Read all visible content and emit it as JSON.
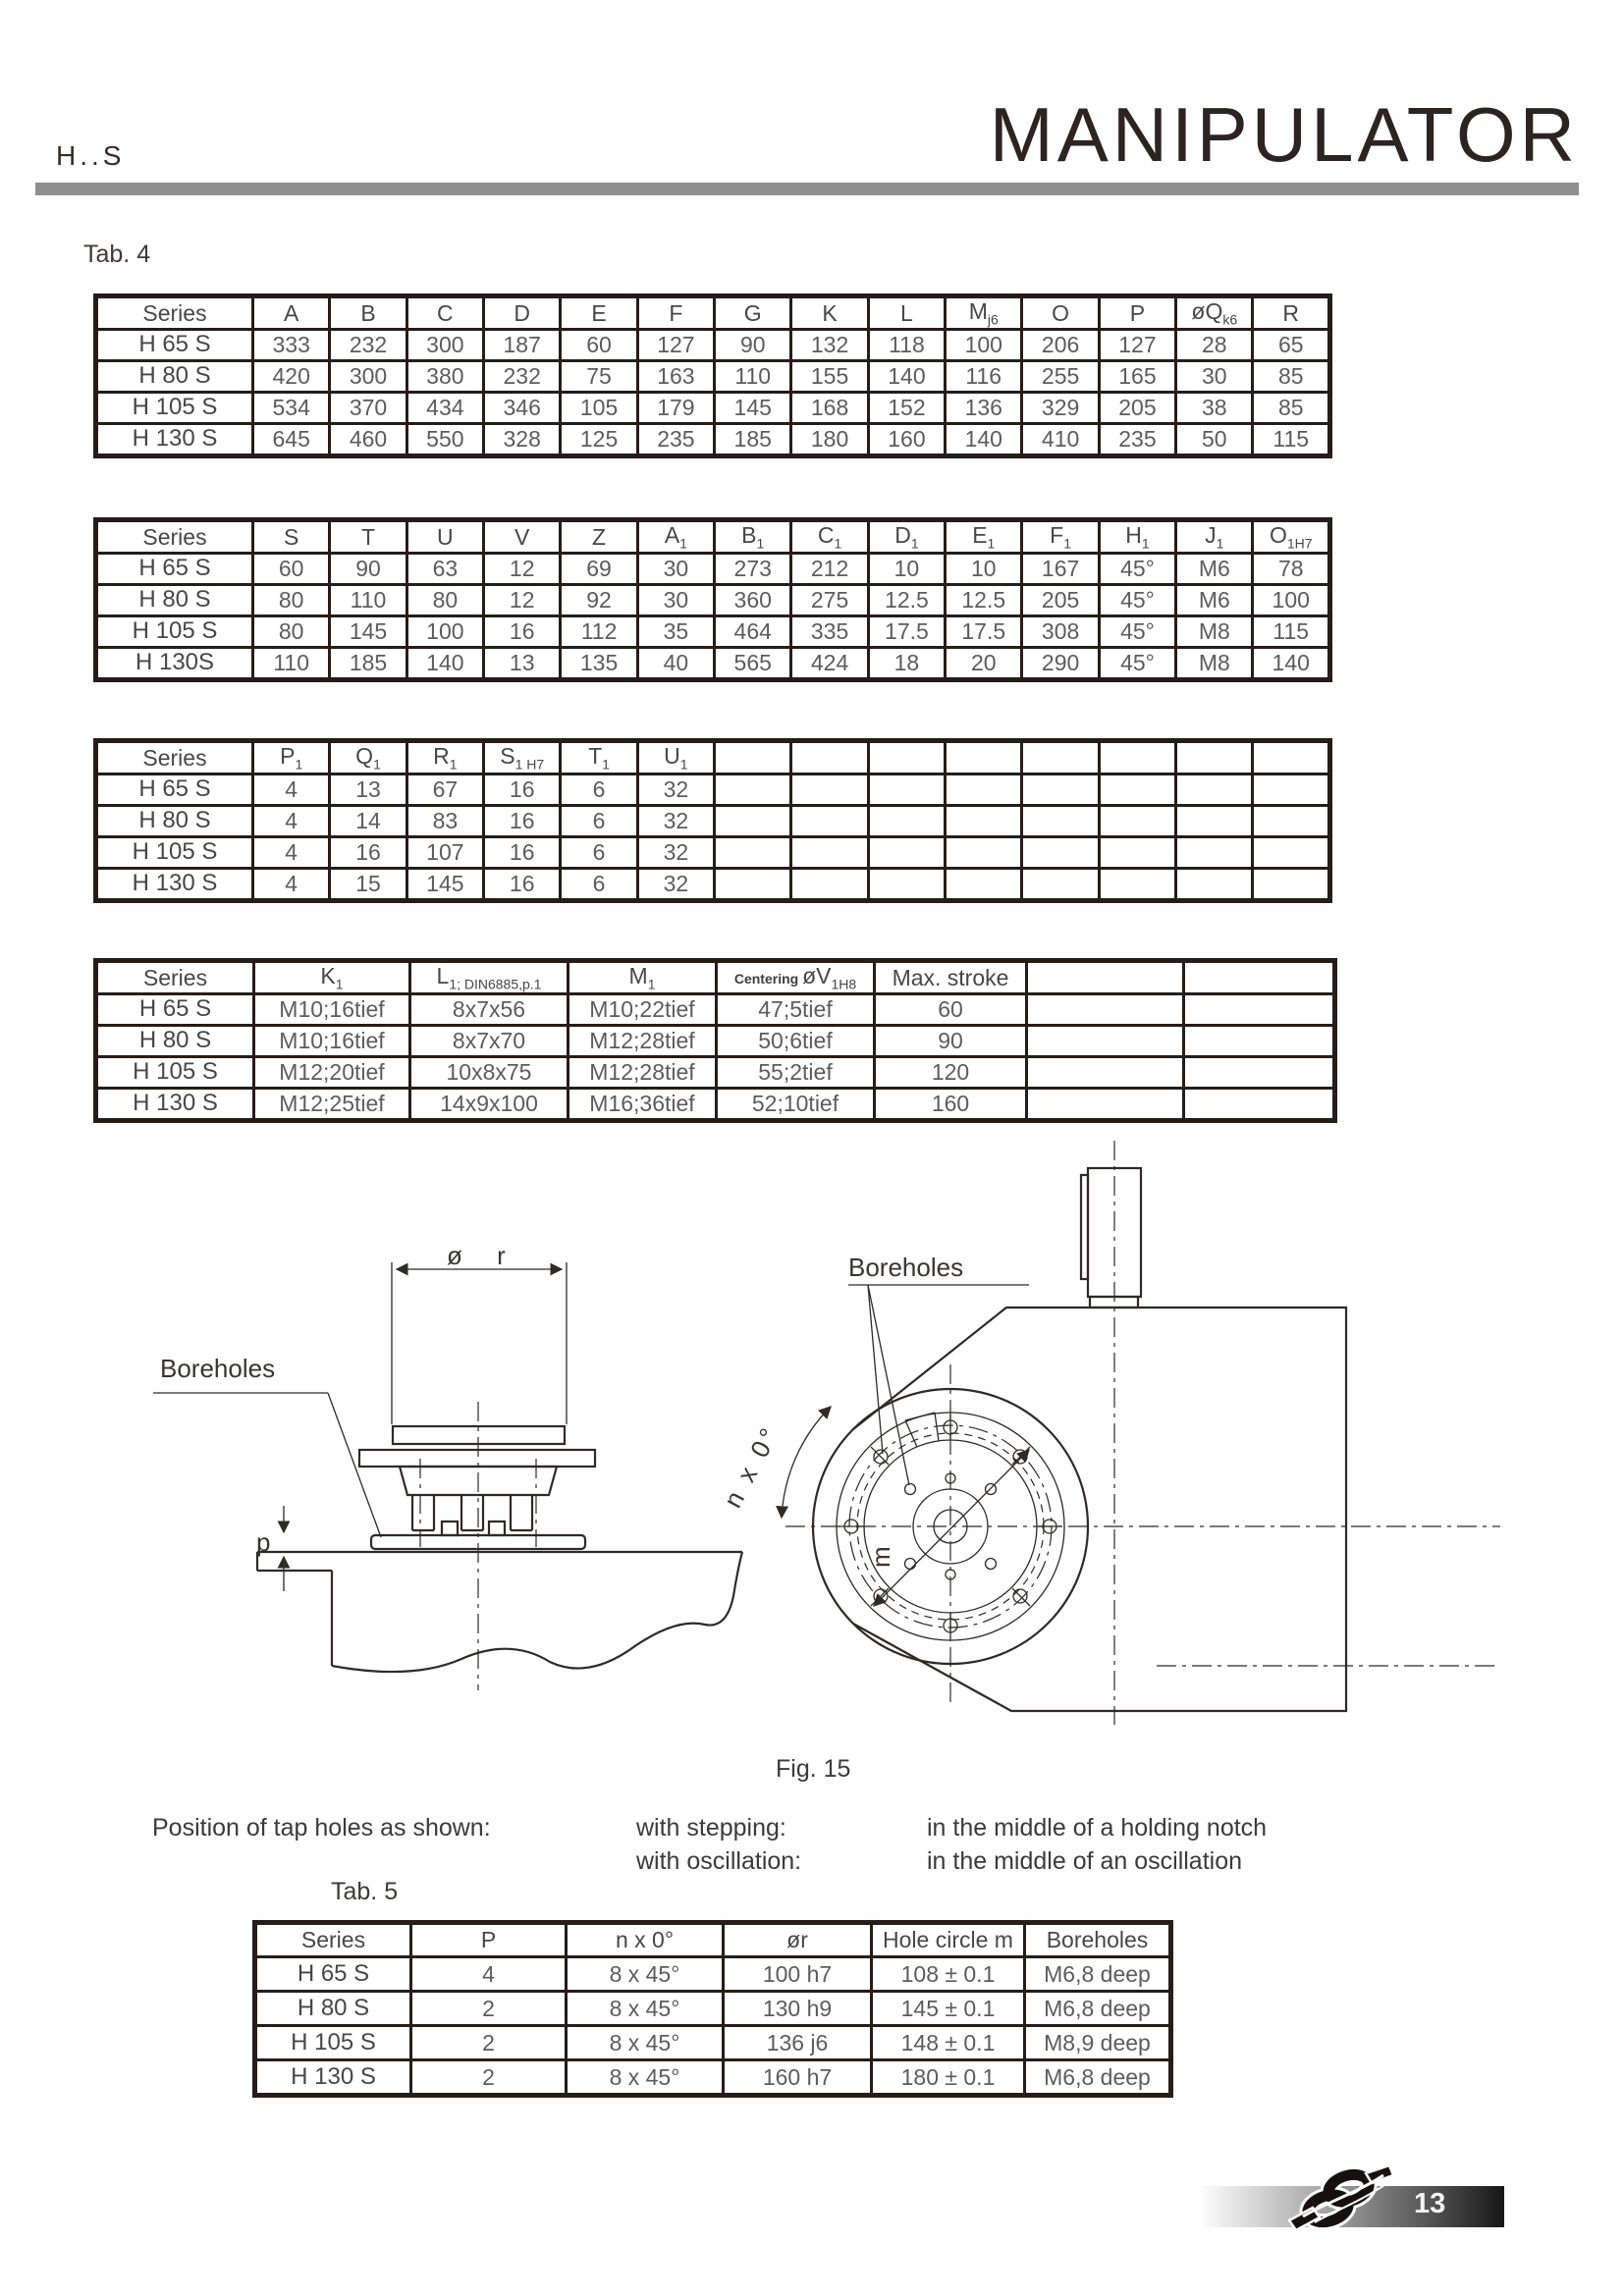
{
  "header": {
    "model": "H..S",
    "title": "MANIPULATOR"
  },
  "labels": {
    "tab4": "Tab. 4",
    "tab5": "Tab. 5",
    "fig_caption": "Fig. 15",
    "position": "Position of tap holes as shown:",
    "with_stepping": "with stepping:",
    "stepping_value": "in the middle of a holding notch",
    "with_oscillation": "with oscillation:",
    "oscillation_value": "in the middle of an oscillation"
  },
  "figure": {
    "boreholes_left": "Boreholes",
    "boreholes_right": "Boreholes",
    "dia_r": "ø r",
    "p": "p",
    "n_x_deg": "n x 0°",
    "m": "m"
  },
  "footer": {
    "page": "13"
  },
  "tables": {
    "tab4a": {
      "headers": [
        {
          "t": "Series"
        },
        {
          "t": "A"
        },
        {
          "t": "B"
        },
        {
          "t": "C"
        },
        {
          "t": "D"
        },
        {
          "t": "E"
        },
        {
          "t": "F"
        },
        {
          "t": "G"
        },
        {
          "t": "K"
        },
        {
          "t": "L"
        },
        {
          "t": "M",
          "s": "j6"
        },
        {
          "t": "O"
        },
        {
          "t": "P"
        },
        {
          "t": "øQ",
          "s": "k6"
        },
        {
          "t": "R"
        }
      ],
      "rows": [
        [
          "H 65 S",
          "333",
          "232",
          "300",
          "187",
          "60",
          "127",
          "90",
          "132",
          "118",
          "100",
          "206",
          "127",
          "28",
          "65"
        ],
        [
          "H 80 S",
          "420",
          "300",
          "380",
          "232",
          "75",
          "163",
          "110",
          "155",
          "140",
          "116",
          "255",
          "165",
          "30",
          "85"
        ],
        [
          "H 105 S",
          "534",
          "370",
          "434",
          "346",
          "105",
          "179",
          "145",
          "168",
          "152",
          "136",
          "329",
          "205",
          "38",
          "85"
        ],
        [
          "H 130 S",
          "645",
          "460",
          "550",
          "328",
          "125",
          "235",
          "185",
          "180",
          "160",
          "140",
          "410",
          "235",
          "50",
          "115"
        ]
      ]
    },
    "tab4b": {
      "headers": [
        {
          "t": "Series"
        },
        {
          "t": "S"
        },
        {
          "t": "T"
        },
        {
          "t": "U"
        },
        {
          "t": "V"
        },
        {
          "t": "Z"
        },
        {
          "t": "A",
          "s": "1"
        },
        {
          "t": "B",
          "s": "1"
        },
        {
          "t": "C",
          "s": "1"
        },
        {
          "t": "D",
          "s": "1"
        },
        {
          "t": "E",
          "s": "1"
        },
        {
          "t": "F",
          "s": "1"
        },
        {
          "t": "H",
          "s": "1"
        },
        {
          "t": "J",
          "s": "1"
        },
        {
          "t": "O",
          "s": "1H7"
        }
      ],
      "rows": [
        [
          "H 65 S",
          "60",
          "90",
          "63",
          "12",
          "69",
          "30",
          "273",
          "212",
          "10",
          "10",
          "167",
          "45°",
          "M6",
          "78"
        ],
        [
          "H 80 S",
          "80",
          "110",
          "80",
          "12",
          "92",
          "30",
          "360",
          "275",
          "12.5",
          "12.5",
          "205",
          "45°",
          "M6",
          "100"
        ],
        [
          "H 105 S",
          "80",
          "145",
          "100",
          "16",
          "112",
          "35",
          "464",
          "335",
          "17.5",
          "17.5",
          "308",
          "45°",
          "M8",
          "115"
        ],
        [
          "H 130S",
          "110",
          "185",
          "140",
          "13",
          "135",
          "40",
          "565",
          "424",
          "18",
          "20",
          "290",
          "45°",
          "M8",
          "140"
        ]
      ]
    },
    "tab4c": {
      "headers": [
        {
          "t": "Series"
        },
        {
          "t": "P",
          "s": "1"
        },
        {
          "t": "Q",
          "s": "1"
        },
        {
          "t": "R",
          "s": "1"
        },
        {
          "t": "S",
          "s": "1 H7"
        },
        {
          "t": "T",
          "s": "1"
        },
        {
          "t": "U",
          "s": "1"
        },
        {
          "t": ""
        },
        {
          "t": ""
        },
        {
          "t": ""
        },
        {
          "t": ""
        },
        {
          "t": ""
        },
        {
          "t": ""
        },
        {
          "t": ""
        },
        {
          "t": ""
        }
      ],
      "rows": [
        [
          "H 65 S",
          "4",
          "13",
          "67",
          "16",
          "6",
          "32",
          "",
          "",
          "",
          "",
          "",
          "",
          "",
          ""
        ],
        [
          "H 80 S",
          "4",
          "14",
          "83",
          "16",
          "6",
          "32",
          "",
          "",
          "",
          "",
          "",
          "",
          "",
          ""
        ],
        [
          "H 105 S",
          "4",
          "16",
          "107",
          "16",
          "6",
          "32",
          "",
          "",
          "",
          "",
          "",
          "",
          "",
          ""
        ],
        [
          "H 130 S",
          "4",
          "15",
          "145",
          "16",
          "6",
          "32",
          "",
          "",
          "",
          "",
          "",
          "",
          "",
          ""
        ]
      ]
    },
    "tab4d": {
      "headers": [
        {
          "t": "Series"
        },
        {
          "t": "K",
          "s": "1"
        },
        {
          "t": "L",
          "s": "1; DIN6885,p.1"
        },
        {
          "t": "M",
          "s": "1"
        },
        {
          "pre": "Centering ",
          "t": "øV",
          "s": "1H8"
        },
        {
          "t": "Max. stroke"
        },
        {
          "t": ""
        },
        {
          "t": ""
        }
      ],
      "rows": [
        [
          "H 65 S",
          "M10;16tief",
          "8x7x56",
          "M10;22tief",
          "47;5tief",
          "60",
          "",
          ""
        ],
        [
          "H 80 S",
          "M10;16tief",
          "8x7x70",
          "M12;28tief",
          "50;6tief",
          "90",
          "",
          ""
        ],
        [
          "H 105 S",
          "M12;20tief",
          "10x8x75",
          "M12;28tief",
          "55;2tief",
          "120",
          "",
          ""
        ],
        [
          "H 130 S",
          "M12;25tief",
          "14x9x100",
          "M16;36tief",
          "52;10tief",
          "160",
          "",
          ""
        ]
      ]
    },
    "tab5": {
      "headers": [
        {
          "t": "Series"
        },
        {
          "t": "P"
        },
        {
          "t": "n x 0°"
        },
        {
          "t": "ør"
        },
        {
          "t": "Hole circle m"
        },
        {
          "t": "Boreholes"
        }
      ],
      "rows": [
        [
          "H 65 S",
          "4",
          "8 x 45°",
          "100 h7",
          "108 ± 0.1",
          "M6,8 deep"
        ],
        [
          "H 80 S",
          "2",
          "8 x 45°",
          "130 h9",
          "145 ± 0.1",
          "M6,8 deep"
        ],
        [
          "H 105 S",
          "2",
          "8 x 45°",
          "136 j6",
          "148 ± 0.1",
          "M8,9 deep"
        ],
        [
          "H 130 S",
          "2",
          "8 x 45°",
          "160 h7",
          "180 ± 0.1",
          "M6,8 deep"
        ]
      ]
    }
  }
}
